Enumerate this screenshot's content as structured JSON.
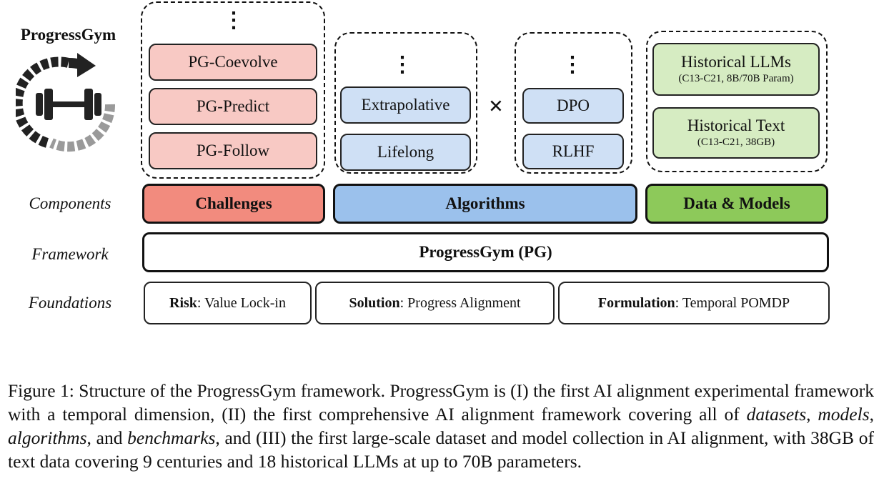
{
  "logo": {
    "title": "ProgressGym"
  },
  "challenges": {
    "items": [
      "PG-Coevolve",
      "PG-Predict",
      "PG-Follow"
    ],
    "ellipsis": "⋮"
  },
  "algorithms": {
    "items": [
      "Extrapolative",
      "Lifelong"
    ],
    "ellipsis": "⋮"
  },
  "operator": "×",
  "methods": {
    "items": [
      "DPO",
      "RLHF"
    ],
    "ellipsis": "⋮"
  },
  "data_models": {
    "llms": {
      "label": "Historical LLMs",
      "sub": "(C13-C21, 8B/70B Param)"
    },
    "text": {
      "label": "Historical Text",
      "sub": "(C13-C21, 38GB)"
    }
  },
  "rows": {
    "components": "Components",
    "framework": "Framework",
    "foundations": "Foundations"
  },
  "components": {
    "challenges": "Challenges",
    "algorithms": "Algorithms",
    "data_models": "Data & Models"
  },
  "framework": {
    "label": "ProgressGym (PG)"
  },
  "foundations": [
    {
      "key": "Risk",
      "value": ": Value Lock-in"
    },
    {
      "key": "Solution",
      "value": ": Progress Alignment"
    },
    {
      "key": "Formulation",
      "value": ": Temporal POMDP"
    }
  ],
  "caption": {
    "p1": "Figure 1: Structure of the ProgressGym framework. ProgressGym is (I) the first AI alignment experimental framework with a temporal dimension, (II) the first comprehensive AI alignment framework covering all of ",
    "i1": "datasets",
    "s1": ", ",
    "i2": "models",
    "s2": ", ",
    "i3": "algorithms",
    "s3": ", and ",
    "i4": "benchmarks",
    "p2": ", and (III) the first large-scale dataset and model collection in AI alignment, with 38GB of text data covering 9 centuries and 18 historical LLMs at up to 70B parameters."
  },
  "colors": {
    "challenges": "#f28b7e",
    "algorithms": "#9bc1ec",
    "data_models": "#8dc95a",
    "red_light": "#f8c9c4",
    "blue_light": "#cfe0f5",
    "green_light": "#d6ecc2"
  }
}
